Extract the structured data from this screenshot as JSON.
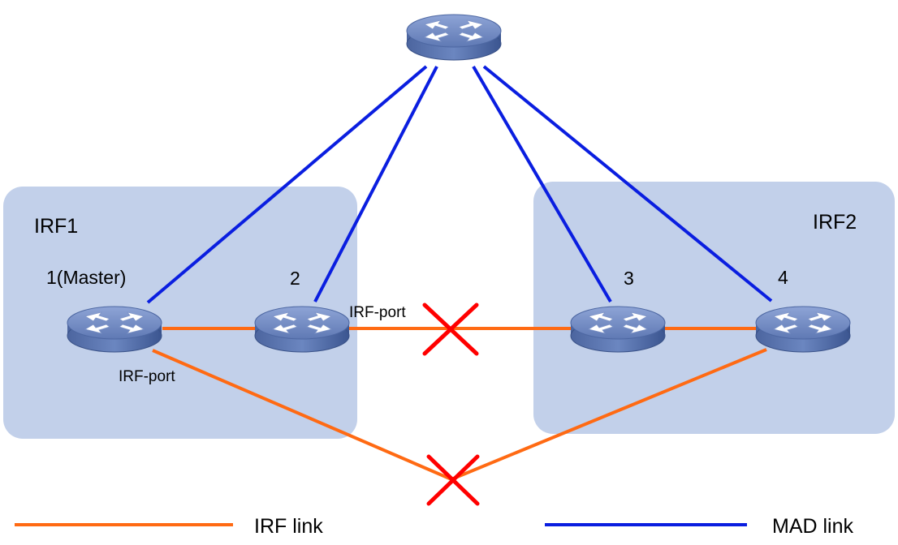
{
  "groups": {
    "irf1": {
      "label": "IRF1"
    },
    "irf2": {
      "label": "IRF2"
    }
  },
  "devices": {
    "core": {
      "label": ""
    },
    "d1": {
      "label": "1(Master)"
    },
    "d2": {
      "label": "2"
    },
    "d3": {
      "label": "3"
    },
    "d4": {
      "label": "4"
    }
  },
  "port_labels": {
    "irf_port_1": "IRF-port",
    "irf_port_2": "IRF-port"
  },
  "legend": {
    "irf_link": "IRF link",
    "mad_link": "MAD link"
  },
  "colors": {
    "irf_link": "#ff6a13",
    "mad_link": "#0a1ee0",
    "group_fill": "#c2d0ea",
    "link_break": "#ff0000",
    "device_top": "#6f89c4",
    "device_side": "#3f5a93"
  }
}
